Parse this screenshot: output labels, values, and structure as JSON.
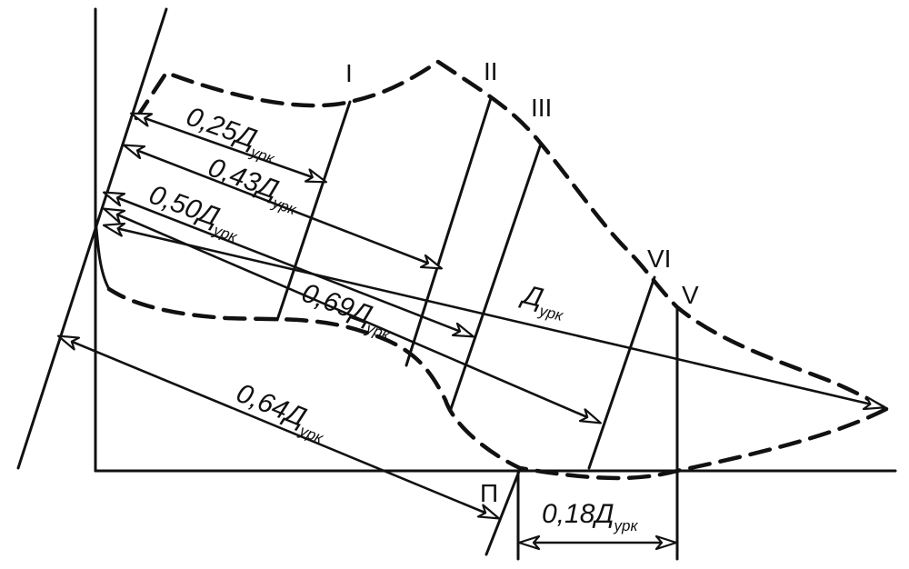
{
  "diagram": {
    "colors": {
      "ink": "#111111",
      "background": "#ffffff"
    },
    "section_labels": {
      "s1": "I",
      "s2": "II",
      "s3": "III",
      "s6": "VI",
      "s5": "V",
      "point_p": "П"
    },
    "dimensions": {
      "d025": {
        "coef": "0,25Д",
        "sub": "урк"
      },
      "d043": {
        "coef": "0,43Д",
        "sub": "урк"
      },
      "d050": {
        "coef": "0,50Д",
        "sub": "урк"
      },
      "d069": {
        "coef": "0,69Д",
        "sub": "урк"
      },
      "d064": {
        "coef": "0,64Д",
        "sub": "урк"
      },
      "d018": {
        "coef": "0,18Д",
        "sub": "урк"
      },
      "dfull": {
        "coef": "Д",
        "sub": "урк"
      }
    }
  }
}
